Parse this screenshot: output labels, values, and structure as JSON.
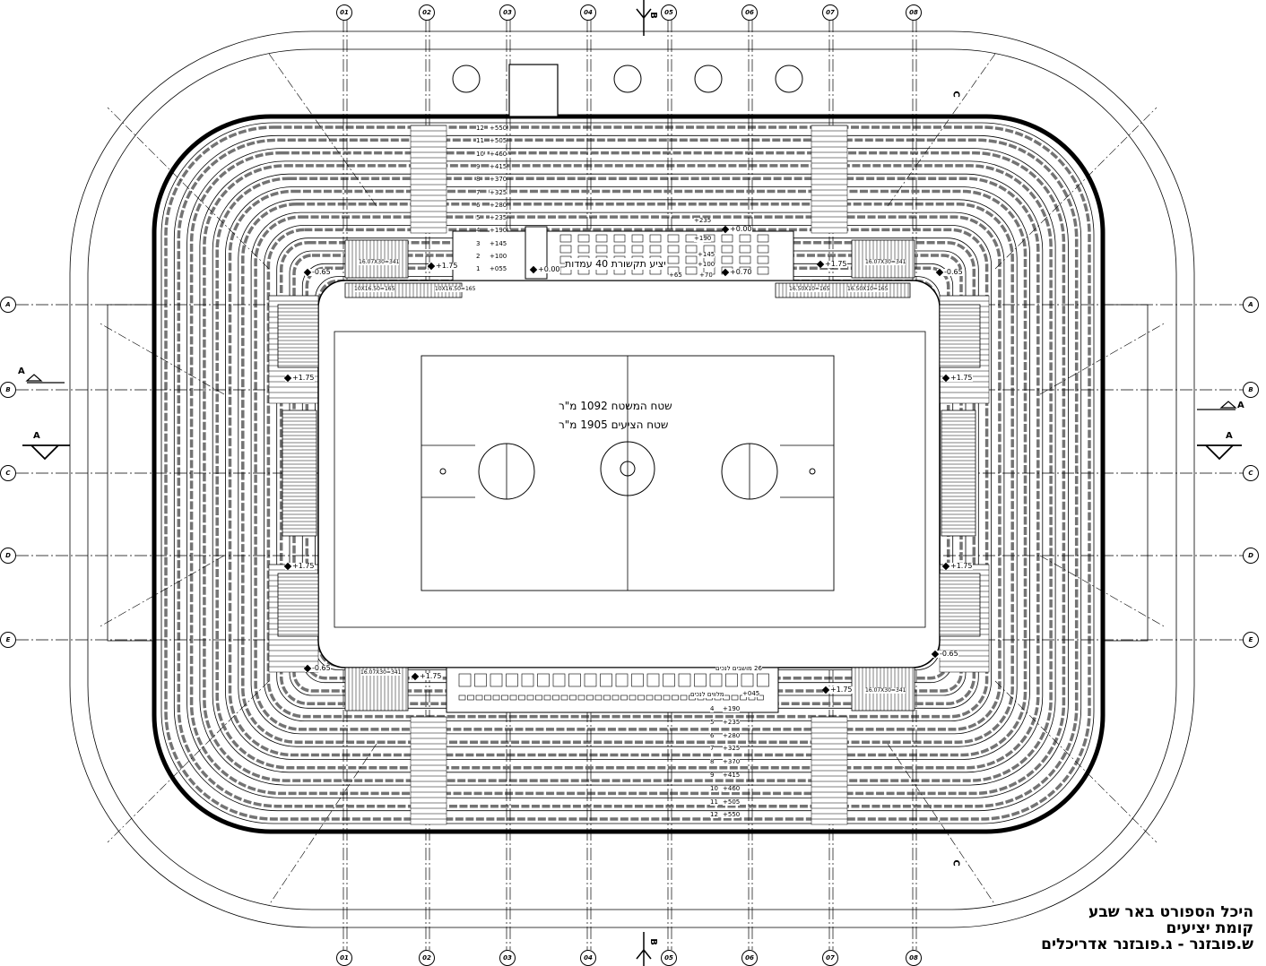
{
  "title_block": {
    "line1": "היכל הספורט באר שבע",
    "line2": "קומת יציעים",
    "line3": "ש.פובזנר - ג.פובזנר אדריכלים"
  },
  "center": {
    "net_area": "שטח המשטח 1092 מ\"ר",
    "event_area": "שטח הציעים 1905 מ\"ר"
  },
  "press_box": "יציע תקשורת 40 עמדות",
  "disabled_seats": "26 מושבים לנכים",
  "disabled_companions": "מלווים לנכים",
  "grid_columns": [
    "01",
    "02",
    "03",
    "04",
    "05",
    "06",
    "07",
    "08"
  ],
  "grid_rows": [
    "A",
    "B",
    "C",
    "D",
    "E"
  ],
  "section_marks": {
    "A": "A",
    "B": "B",
    "C": "C"
  },
  "top_rows": [
    {
      "row": "12",
      "level": "+550"
    },
    {
      "row": "11",
      "level": "+505"
    },
    {
      "row": "10",
      "level": "+460"
    },
    {
      "row": "9",
      "level": "+415"
    },
    {
      "row": "8",
      "level": "+370"
    },
    {
      "row": "7",
      "level": "+325"
    },
    {
      "row": "6",
      "level": "+280"
    },
    {
      "row": "5",
      "level": "+235"
    },
    {
      "row": "4",
      "level": "+190"
    },
    {
      "row": "3",
      "level": "+145"
    },
    {
      "row": "2",
      "level": "+100"
    },
    {
      "row": "1",
      "level": "+055"
    }
  ],
  "bottom_rows": [
    {
      "row": "4",
      "level": "+190"
    },
    {
      "row": "5",
      "level": "+235"
    },
    {
      "row": "6",
      "level": "+280"
    },
    {
      "row": "7",
      "level": "+325"
    },
    {
      "row": "8",
      "level": "+370"
    },
    {
      "row": "9",
      "level": "+415"
    },
    {
      "row": "10",
      "level": "+460"
    },
    {
      "row": "11",
      "level": "+505"
    },
    {
      "row": "12",
      "level": "+550"
    }
  ],
  "elevations": [
    "-0.65",
    "+1.75",
    "+0.00",
    "+0.00",
    "+0.70",
    "+1.75",
    "-0.65",
    "+1.75",
    "+1.75",
    "+1.75",
    "+1.75",
    "-0.65",
    "+1.75",
    "+1.75",
    "-0.65",
    "+235",
    "+190",
    "+145",
    "+100",
    "+65",
    "+70",
    "+045"
  ],
  "stair_labels": [
    "16.07X30=341",
    "16.07X30=341",
    "10X16.50=165",
    "10X16.50=165",
    "16.50X10=165",
    "16.50X10=165",
    "16.07X30=341",
    "16.07X30=341"
  ]
}
